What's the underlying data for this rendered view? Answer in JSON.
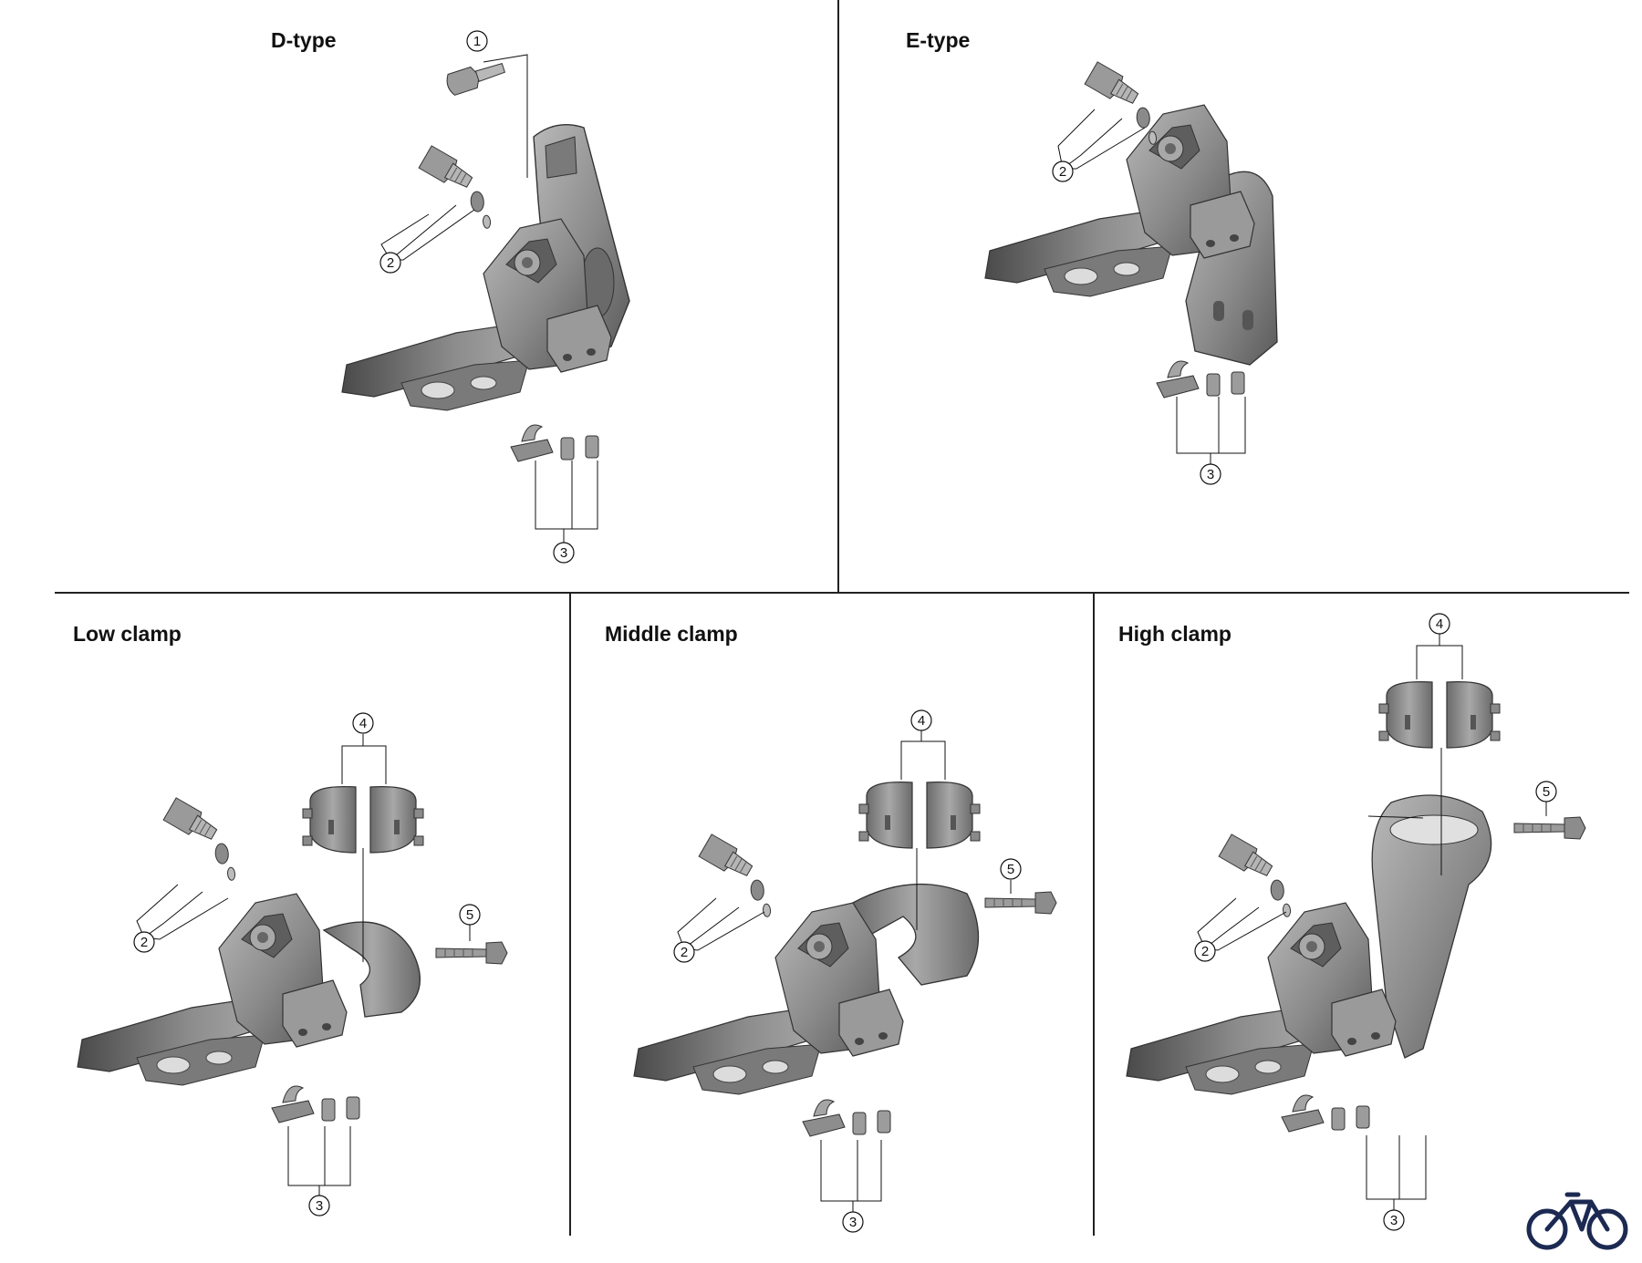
{
  "panels": {
    "d_type": {
      "title": "D-type",
      "callouts": [
        "1",
        "2",
        "3"
      ]
    },
    "e_type": {
      "title": "E-type",
      "callouts": [
        "2",
        "3"
      ]
    },
    "low_clamp": {
      "title": "Low clamp",
      "callouts": [
        "2",
        "3",
        "4",
        "5"
      ]
    },
    "middle_clamp": {
      "title": "Middle clamp",
      "callouts": [
        "2",
        "3",
        "4",
        "5"
      ]
    },
    "high_clamp": {
      "title": "High clamp",
      "callouts": [
        "2",
        "3",
        "4",
        "5"
      ]
    }
  },
  "logo": {
    "icon": "bicycle-icon",
    "color": "#1c2a52"
  },
  "colors": {
    "part_fill": "#8f8f8f",
    "part_dark": "#5c5c5c",
    "part_light": "#c4c4c4",
    "line": "#111111"
  }
}
